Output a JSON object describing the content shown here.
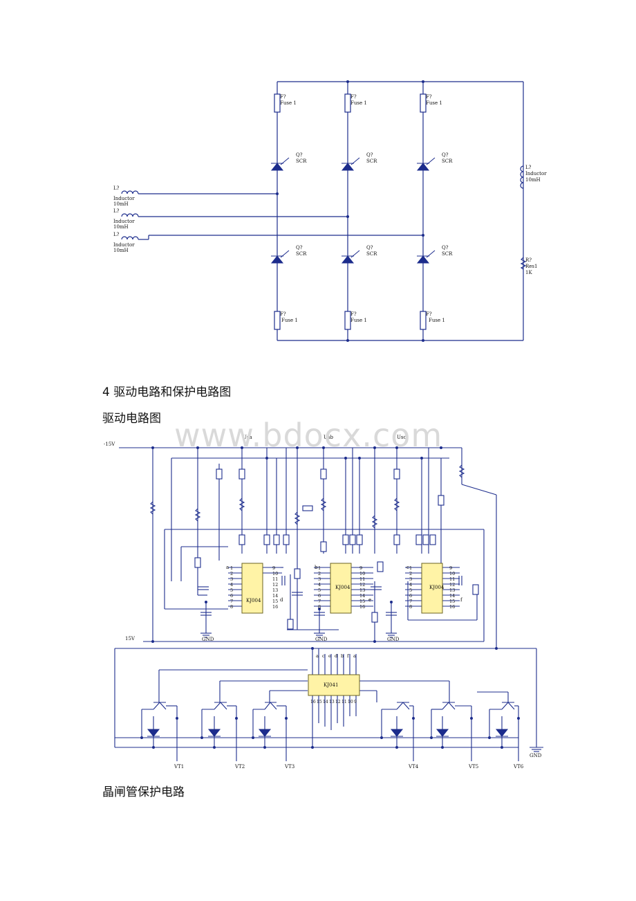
{
  "headings": {
    "section4": "4 驱动电路和保护电路图",
    "drive_circuit": "驱动电路图",
    "scr_protection": "晶闸管保护电路"
  },
  "watermark": "www.bdocx.com",
  "schematic1": {
    "fuse_ref": "F?",
    "fuse_val": "Fuse 1",
    "scr_ref": "Q?",
    "scr_val": "SCR",
    "ind_ref": "L?",
    "ind_name": "Inductor",
    "ind_val": "10mH",
    "res_ref": "R?",
    "res_name": "Res1",
    "res_val": "1K"
  },
  "schematic2": {
    "neg_supply": "-15V",
    "pos_supply": "15V",
    "usa": "Usa",
    "usb": "Usb",
    "usc": "Usc",
    "ic_a": "KJ004",
    "ic_b": "KJ004",
    "ic_c": "KJ004",
    "ic_mix": "KJ041",
    "gnd": "GND",
    "vt1": "VT1",
    "vt2": "VT2",
    "vt3": "VT3",
    "vt4": "VT4",
    "vt5": "VT5",
    "vt6": "VT6",
    "pins_left": [
      "1",
      "2",
      "3",
      "4",
      "5",
      "6",
      "7",
      "8"
    ],
    "pins_right": [
      "9",
      "10",
      "11",
      "12",
      "13",
      "14",
      "15",
      "16"
    ],
    "kj041_top": [
      "a",
      "c",
      "e",
      "d",
      "b",
      "f",
      "a"
    ],
    "kj041_bottom": [
      "16",
      "15",
      "14",
      "13",
      "12",
      "11",
      "10",
      "9"
    ],
    "letter_a": "a",
    "letter_b": "b",
    "letter_c": "c",
    "letter_d": "d",
    "letter_e": "e",
    "letter_f": "f"
  },
  "colors": {
    "wire": "#1c2c8c",
    "ic_fill": "#fff3a6",
    "ic_stroke": "#6b6320"
  }
}
